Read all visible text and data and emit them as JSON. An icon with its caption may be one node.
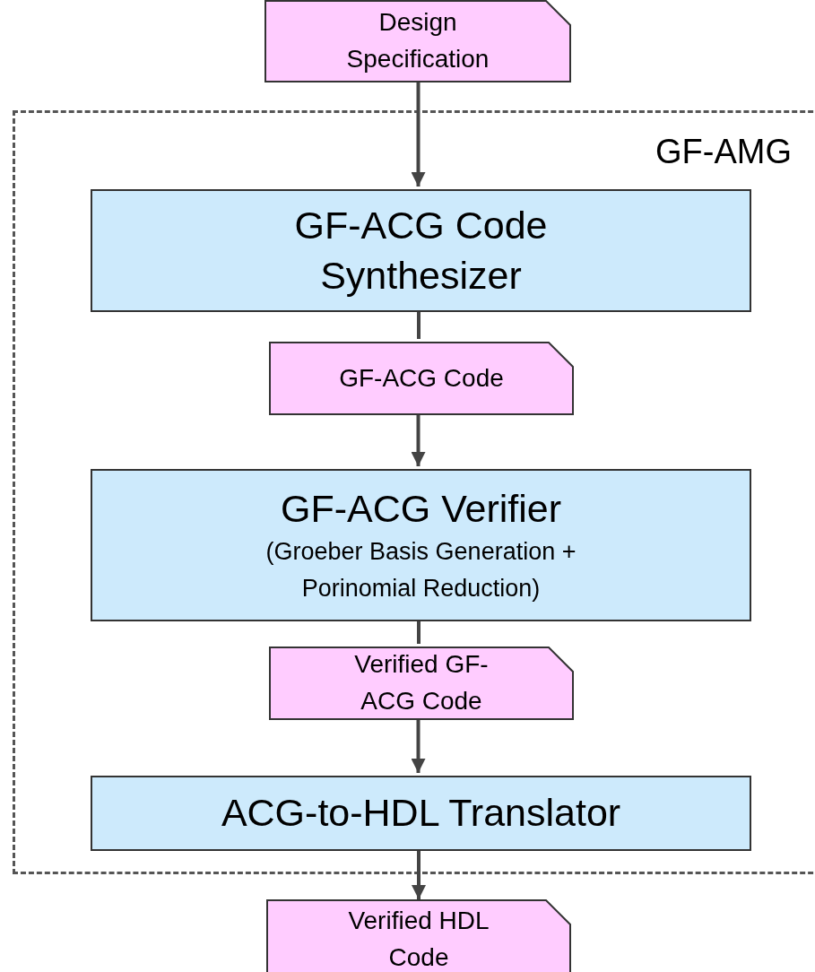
{
  "diagram": {
    "nodes": [
      {
        "text": [
          "Design Specification"
        ]
      },
      {
        "text": [
          "GF-AMG"
        ]
      },
      {
        "text": [
          "GF-ACG Code Synthesizer"
        ],
        "in": 1
      },
      {
        "text": [
          "GF-ACG Code"
        ],
        "in": 1
      },
      {
        "text": [
          "GF-ACG Verifier",
          "(Groeber Basis Generation + Porinomial Reduction)"
        ],
        "in": 1
      },
      {
        "text": [
          "Verified GF-ACG Code"
        ],
        "in": 1
      },
      {
        "text": [
          "ACG-to-HDL Translator"
        ],
        "in": 1
      },
      {
        "text": [
          "Verified HDL Code"
        ]
      }
    ],
    "edges": [
      {
        "from": 0,
        "to": 2,
        "arrow": "to"
      },
      {
        "from": 2,
        "to": 3,
        "arrow": "none"
      },
      {
        "from": 3,
        "to": 4,
        "arrow": "to"
      },
      {
        "from": 4,
        "to": 5,
        "arrow": "none"
      },
      {
        "from": 5,
        "to": 6,
        "arrow": "to"
      },
      {
        "from": 6,
        "to": 7,
        "arrow": "to"
      }
    ]
  }
}
